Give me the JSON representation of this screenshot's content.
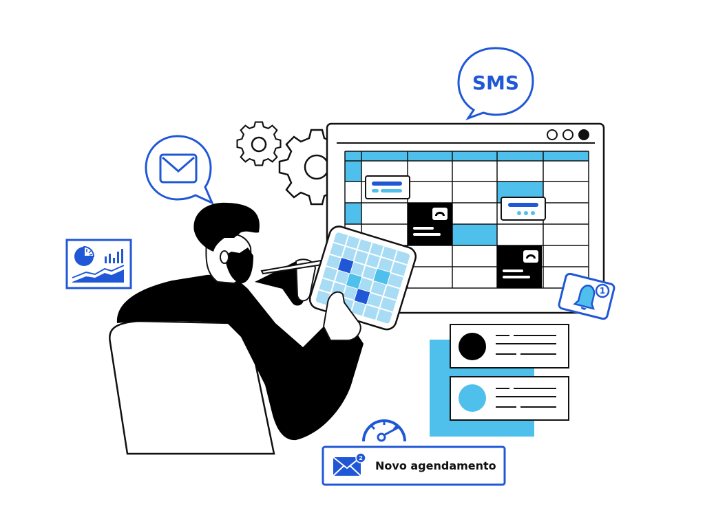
{
  "sms_bubble": {
    "label": "SMS"
  },
  "notification": {
    "text": "Novo agendamento",
    "badge_count": "2"
  },
  "bell": {
    "badge_count": "1"
  },
  "icons": {
    "sms": "speech-bubble",
    "email": "envelope-icon",
    "settings": "gear-icon",
    "bell": "bell-icon",
    "report": "pie-chart-and-bars-icon",
    "speedometer": "gauge-icon",
    "phone": "phone-icon"
  },
  "colors": {
    "accent_blue": "#1f57d6",
    "light_blue": "#4fc0eb",
    "dark": "#000000",
    "background": "#ffffff"
  }
}
